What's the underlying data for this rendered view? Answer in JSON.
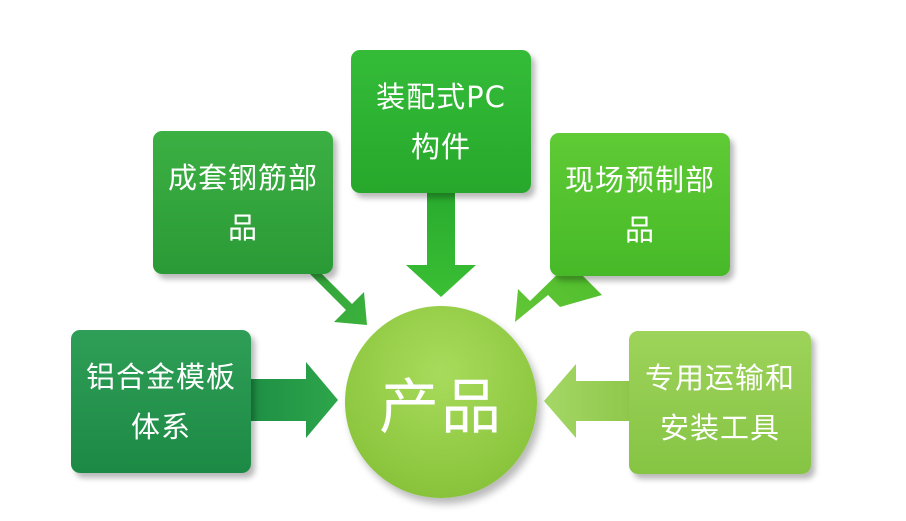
{
  "center": {
    "label": "产品"
  },
  "nodes": [
    {
      "id": "aluminum",
      "line1": "铝合金模板",
      "line2": "体系"
    },
    {
      "id": "rebar",
      "line1": "成套钢筋部",
      "line2": "品"
    },
    {
      "id": "pc",
      "line1": "装配式PC",
      "line2": "构件"
    },
    {
      "id": "prefab",
      "line1": "现场预制部",
      "line2": "品"
    },
    {
      "id": "tools",
      "line1": "专用运输和",
      "line2": "安装工具"
    }
  ],
  "colors": {
    "node_aluminum": "#1f8f4a",
    "node_rebar": "#33a63d",
    "node_pc": "#2db532",
    "node_prefab": "#52c22e",
    "node_tools": "#8fc94d",
    "center": "#8cc63e"
  }
}
